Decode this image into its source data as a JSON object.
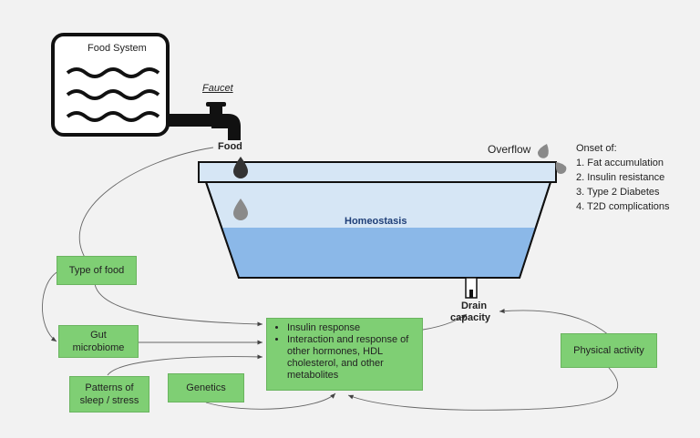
{
  "food_system": {
    "title": "Food System"
  },
  "faucet": {
    "label": "Faucet"
  },
  "food": {
    "label": "Food"
  },
  "overflow": {
    "label": "Overflow"
  },
  "tub": {
    "label": "Homeostasis"
  },
  "drain": {
    "label_line1": "Drain",
    "label_line2": "capacity"
  },
  "onset": {
    "title": "Onset of:",
    "items": [
      "1. Fat accumulation",
      "2. Insulin resistance",
      "3. Type 2 Diabetes",
      "4. T2D complications"
    ]
  },
  "factors": {
    "type_of_food": "Type of food",
    "gut_microbiome_line1": "Gut",
    "gut_microbiome_line2": "microbiome",
    "sleep_stress_line1": "Patterns of",
    "sleep_stress_line2": "sleep / stress",
    "genetics": "Genetics",
    "physical_activity": "Physical activity"
  },
  "mechanisms": {
    "items": [
      "Insulin response",
      "Interaction and response of other hormones, HDL cholesterol, and other metabolites"
    ]
  },
  "colors": {
    "box_green": "#7fcf74",
    "water_light": "#d6e6f5",
    "water_dark": "#8bb8e8",
    "homeostasis_text": "#1f3f78",
    "drop": "#8a8a8a",
    "faucet_drop": "#333333"
  }
}
